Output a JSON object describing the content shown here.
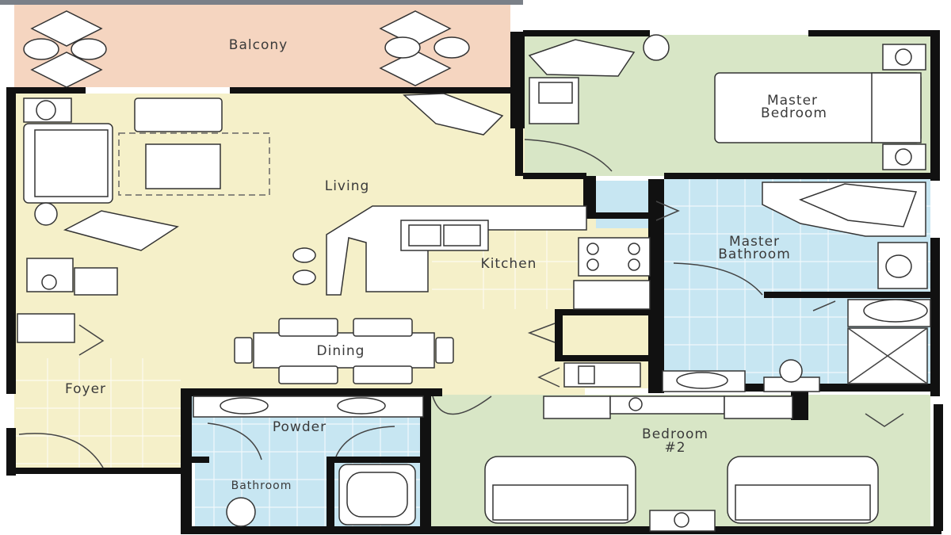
{
  "rooms": {
    "balcony": "Balcony",
    "living": "Living",
    "master_bedroom_1": "Master",
    "master_bedroom_2": "Bedroom",
    "master_bathroom_1": "Master",
    "master_bathroom_2": "Bathroom",
    "kitchen": "Kitchen",
    "dining": "Dining",
    "foyer": "Foyer",
    "powder": "Powder",
    "bathroom": "Bathroom",
    "bedroom2_1": "Bedroom",
    "bedroom2_2": "#2"
  },
  "colors": {
    "balcony": "#f5d5c0",
    "living": "#f5f0c9",
    "bedroom": "#d8e6c6",
    "bathroom": "#c7e6f2",
    "wall": "#111111"
  }
}
